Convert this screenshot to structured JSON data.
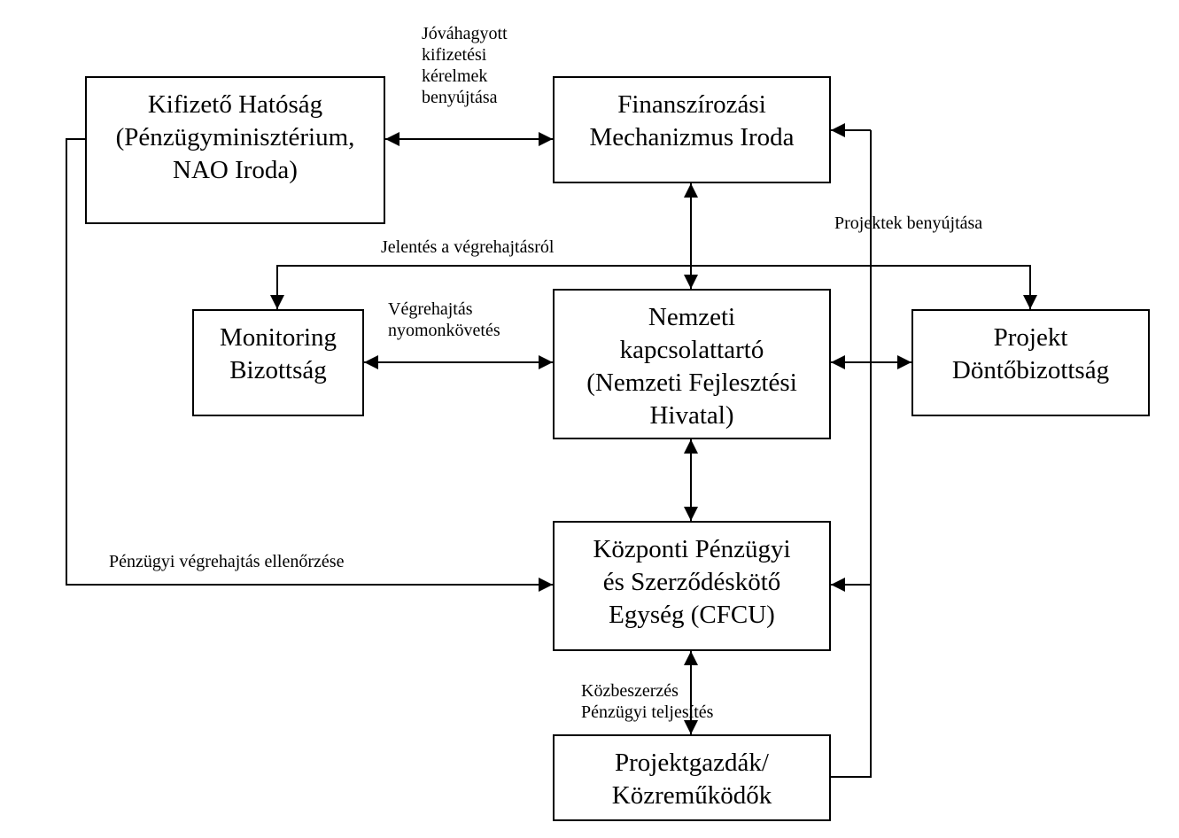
{
  "nodes": {
    "kifizeto": {
      "lines": [
        "Kifizető Hatóság",
        "(Pénzügyminisztérium,",
        "NAO Iroda)"
      ]
    },
    "finanszirozasi": {
      "lines": [
        "Finanszírozási",
        "Mechanizmus Iroda"
      ]
    },
    "monitoring": {
      "lines": [
        "Monitoring",
        "Bizottság"
      ]
    },
    "nemzeti": {
      "lines": [
        "Nemzeti",
        "kapcsolattartó",
        "(Nemzeti Fejlesztési",
        "Hivatal)"
      ]
    },
    "projekt_dontobizottsag": {
      "lines": [
        "Projekt",
        "Döntőbizottság"
      ]
    },
    "kozponti": {
      "lines": [
        "Központi Pénzügyi",
        "és Szerződéskötő",
        "Egység (CFCU)"
      ]
    },
    "projektgazdak": {
      "lines": [
        "Projektgazdák/",
        "Közreműködők"
      ]
    }
  },
  "edge_labels": {
    "jovahagyott": {
      "lines": [
        "Jóváhagyott",
        "kifizetési",
        "kérelmek",
        "benyújtása"
      ]
    },
    "projektek_benyujtasa": {
      "lines": [
        "Projektek benyújtása"
      ]
    },
    "jelentes": {
      "lines": [
        "Jelentés a végrehajtásról"
      ]
    },
    "vegrehajtas": {
      "lines": [
        "Végrehajtás",
        "nyomonkövetés"
      ]
    },
    "penzugyi_ellenorzes": {
      "lines": [
        "Pénzügyi végrehajtás ellenőrzése"
      ]
    },
    "kozbeszerzes": {
      "lines": [
        "Közbeszerzés",
        "Pénzügyi teljesítés"
      ]
    }
  }
}
